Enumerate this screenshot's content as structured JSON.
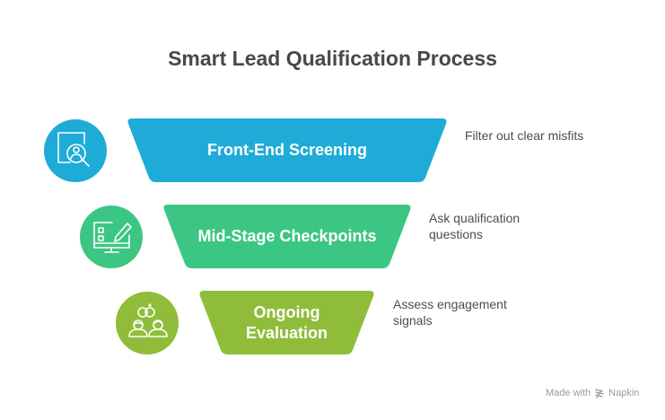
{
  "title": "Smart Lead Qualification Process",
  "stages": [
    {
      "label": "Front-End Screening",
      "description": "Filter out clear misfits",
      "color": "#1fabd8",
      "icon": "document-search-person-icon"
    },
    {
      "label": "Mid-Stage Checkpoints",
      "description": "Ask qualification questions",
      "color": "#3cc684",
      "icon": "monitor-checklist-pencil-icon"
    },
    {
      "label": "Ongoing Evaluation",
      "description": "Assess engagement signals",
      "color": "#8fbd3a",
      "icon": "two-people-rings-icon"
    }
  ],
  "footer": {
    "prefix": "Made with",
    "brand": "Napkin"
  }
}
